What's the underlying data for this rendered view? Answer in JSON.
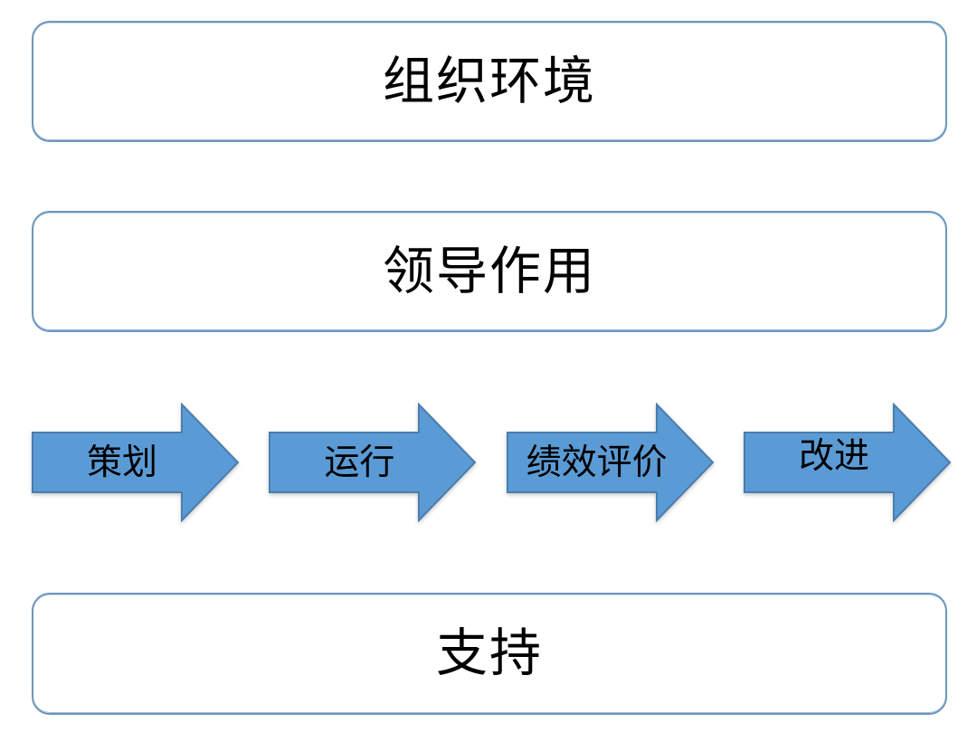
{
  "colors": {
    "background": "#ffffff",
    "box_border": "#6d96bd",
    "arrow_fill": "#5b9bd5",
    "arrow_stroke": "#4a7dae",
    "text": "#000000"
  },
  "boxes": [
    {
      "label": "组织环境"
    },
    {
      "label": "领导作用"
    },
    {
      "label": "支持"
    }
  ],
  "arrows": [
    {
      "label": "策划"
    },
    {
      "label": "运行"
    },
    {
      "label": "绩效评价"
    },
    {
      "label": "改进"
    }
  ]
}
